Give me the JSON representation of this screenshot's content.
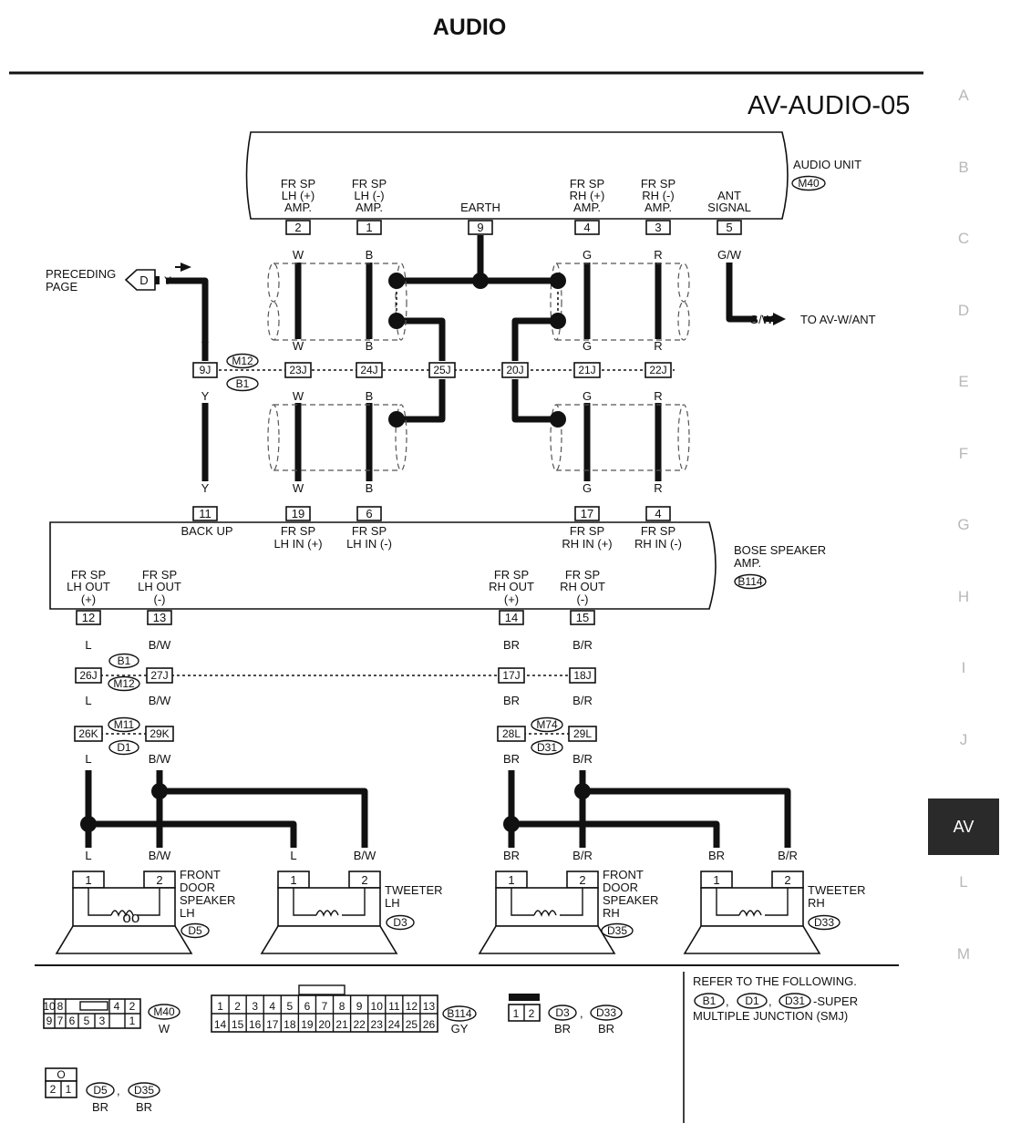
{
  "header": {
    "title": "AUDIO",
    "diagram_code": "AV-AUDIO-05"
  },
  "side_index": {
    "items": [
      "A",
      "B",
      "C",
      "D",
      "E",
      "F",
      "G",
      "H",
      "I",
      "J",
      "AV",
      "L",
      "M"
    ],
    "active": "AV"
  },
  "audio_unit": {
    "name": "AUDIO UNIT",
    "connector": "M40",
    "terminals": [
      {
        "pin": "2",
        "l1": "FR SP",
        "l2": "LH (+)",
        "l3": "AMP.",
        "wire": "W"
      },
      {
        "pin": "1",
        "l1": "FR SP",
        "l2": "LH (-)",
        "l3": "AMP.",
        "wire": "B"
      },
      {
        "pin": "9",
        "l1": "",
        "l2": "",
        "l3": "EARTH",
        "wire": ""
      },
      {
        "pin": "4",
        "l1": "FR SP",
        "l2": "RH (+)",
        "l3": "AMP.",
        "wire": "G"
      },
      {
        "pin": "3",
        "l1": "FR SP",
        "l2": "RH (-)",
        "l3": "AMP.",
        "wire": "R"
      },
      {
        "pin": "5",
        "l1": "",
        "l2": "ANT",
        "l3": "SIGNAL",
        "wire": "G/W"
      }
    ]
  },
  "preceding": {
    "line1": "PRECEDING",
    "line2": "PAGE",
    "marker": "D",
    "wire": "Y"
  },
  "ant": {
    "wire": "G/W",
    "dest": "TO AV-W/ANT"
  },
  "junction_row1": {
    "pins": [
      "9J",
      "23J",
      "24J",
      "25J",
      "20J",
      "21J",
      "22J"
    ],
    "connectors": [
      "M12",
      "B1"
    ]
  },
  "wire_colors_mid": [
    "Y",
    "W",
    "B",
    "G",
    "R"
  ],
  "bose": {
    "name1": "BOSE SPEAKER",
    "name2": "AMP.",
    "connector": "B114",
    "inputs": [
      {
        "pin": "11",
        "l1": "BACK UP",
        "l2": ""
      },
      {
        "pin": "19",
        "l1": "FR SP",
        "l2": "LH IN (+)"
      },
      {
        "pin": "6",
        "l1": "FR SP",
        "l2": "LH IN (-)"
      },
      {
        "pin": "17",
        "l1": "FR SP",
        "l2": "RH IN (+)"
      },
      {
        "pin": "4",
        "l1": "FR SP",
        "l2": "RH IN (-)"
      }
    ],
    "outputs": [
      {
        "pin": "12",
        "l1": "FR SP",
        "l2": "LH OUT",
        "l3": "(+)",
        "wire": "L"
      },
      {
        "pin": "13",
        "l1": "FR SP",
        "l2": "LH OUT",
        "l3": "(-)",
        "wire": "B/W"
      },
      {
        "pin": "14",
        "l1": "FR SP",
        "l2": "RH OUT",
        "l3": "(+)",
        "wire": "BR"
      },
      {
        "pin": "15",
        "l1": "FR SP",
        "l2": "RH OUT",
        "l3": "(-)",
        "wire": "B/R"
      }
    ]
  },
  "junction_row2": {
    "pins": [
      "26J",
      "27J",
      "17J",
      "18J"
    ],
    "connectors": [
      "B1",
      "M12"
    ]
  },
  "junction_row3": {
    "pins": [
      "26K",
      "29K",
      "28L",
      "29L"
    ],
    "left_connectors": [
      "M11",
      "D1"
    ],
    "right_connectors": [
      "M74",
      "D31"
    ]
  },
  "speakers": [
    {
      "l1": "FRONT",
      "l2": "DOOR",
      "l3": "SPEAKER",
      "l4": "LH",
      "connector": "D5",
      "w1": "L",
      "w2": "B/W"
    },
    {
      "l1": "TWEETER",
      "l2": "LH",
      "l3": "",
      "l4": "",
      "connector": "D3",
      "w1": "L",
      "w2": "B/W"
    },
    {
      "l1": "FRONT",
      "l2": "DOOR",
      "l3": "SPEAKER",
      "l4": "RH",
      "connector": "D35",
      "w1": "BR",
      "w2": "B/R"
    },
    {
      "l1": "TWEETER",
      "l2": "RH",
      "l3": "",
      "l4": "",
      "connector": "D33",
      "w1": "BR",
      "w2": "B/R"
    }
  ],
  "speaker_pins": [
    "1",
    "2"
  ],
  "legend": {
    "m40": {
      "connector": "M40",
      "color": "W",
      "top": [
        "10",
        "8",
        "",
        "4",
        "2"
      ],
      "bottom": [
        "9",
        "7",
        "6",
        "5",
        "3",
        "1"
      ]
    },
    "b114": {
      "connector": "B114",
      "color": "GY",
      "top": [
        "1",
        "2",
        "3",
        "4",
        "5",
        "6",
        "7",
        "8",
        "9",
        "10",
        "11",
        "12",
        "13"
      ],
      "bottom": [
        "14",
        "15",
        "16",
        "17",
        "18",
        "19",
        "20",
        "21",
        "22",
        "23",
        "24",
        "25",
        "26"
      ]
    },
    "d3d33": {
      "pins": [
        "1",
        "2"
      ],
      "c1": "D3",
      "c2": "D33",
      "col1": "BR",
      "col2": "BR"
    },
    "d5d35": {
      "pins": [
        "2",
        "1"
      ],
      "c1": "D5",
      "c2": "D35",
      "col1": "BR",
      "col2": "BR",
      "mark": "O"
    },
    "note": {
      "line1": "REFER TO THE FOLLOWING.",
      "refs": [
        "B1",
        "D1",
        "D31"
      ],
      "suffix": "-SUPER",
      "line3": "MULTIPLE JUNCTION (SMJ)"
    }
  }
}
